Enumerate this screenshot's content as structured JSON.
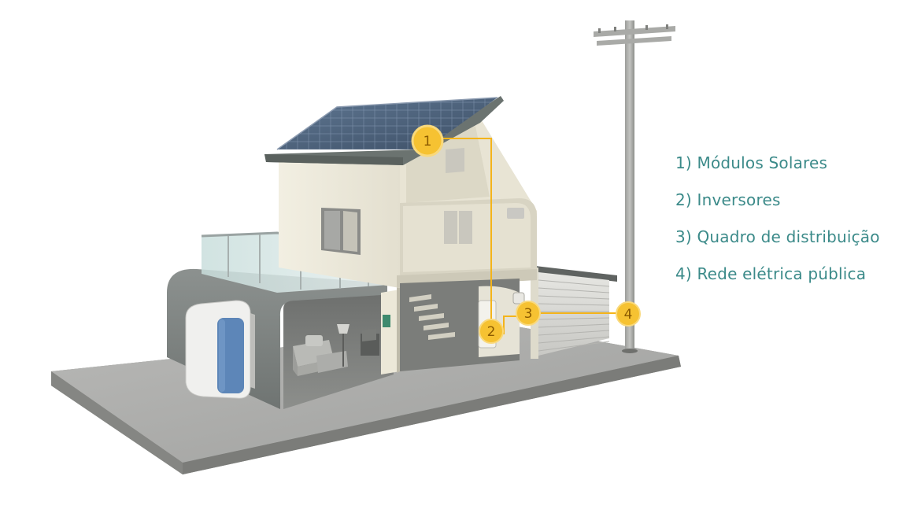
{
  "legend": {
    "items": [
      "1) Módulos Solares",
      "2) Inversores",
      "3) Quadro de distribuição",
      "4) Rede elétrica pública"
    ]
  },
  "markers": [
    "1",
    "2",
    "3",
    "4"
  ],
  "colors": {
    "marker_fill": "#f6c232",
    "marker_line": "#f4b41a",
    "legend_text": "#3b8a89",
    "battery_panel": "#5d86b8",
    "solar_panel": "#4a5e77"
  }
}
